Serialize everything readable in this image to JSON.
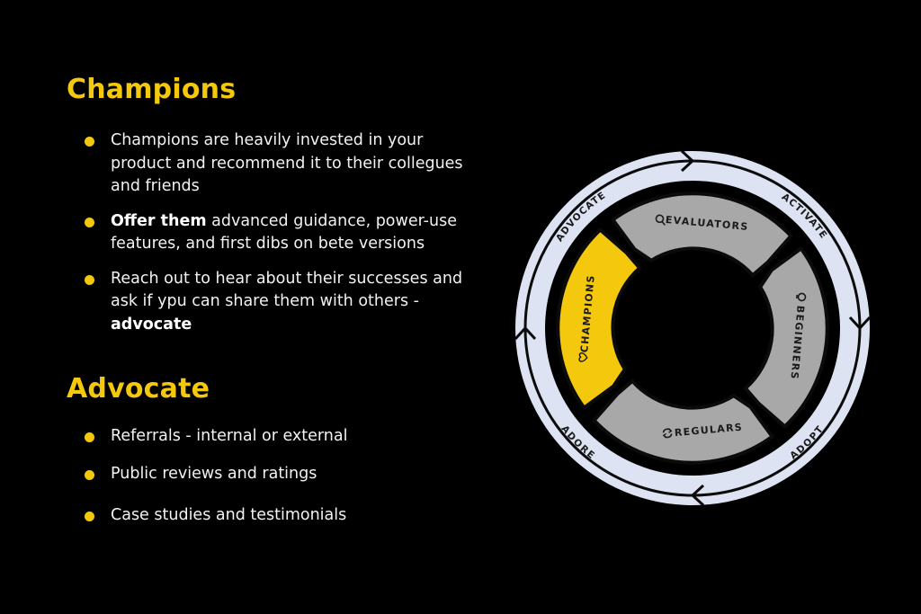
{
  "colors": {
    "accent": "#f4c80c",
    "segment_gray": "#a8a8a8",
    "outer_ring": "#dde3f2",
    "background": "#000000"
  },
  "champions": {
    "title": "Champions",
    "bullets": [
      {
        "bold": "",
        "text": "Champions are heavily invested in your product and recommend it to their collegues and friends",
        "tail_bold": ""
      },
      {
        "bold": "Offer them",
        "text": " advanced guidance, power-use features, and first dibs on bete versions",
        "tail_bold": ""
      },
      {
        "bold": "",
        "text": "Reach out to hear about their successes and ask if ypu can share them with others - ",
        "tail_bold": "advocate"
      }
    ]
  },
  "advocate": {
    "title": "Advocate",
    "bullets": [
      "Referrals - internal or external",
      "Public reviews and ratings",
      "Case studies and testimonials"
    ]
  },
  "cycle": {
    "outer_labels": {
      "activate": "ACTIVATE",
      "adopt": "ADOPT",
      "adore": "ADORE",
      "advocate": "ADVOCATE"
    },
    "segments": [
      {
        "label": "EVALUATORS",
        "icon": "magnifier-icon"
      },
      {
        "label": "BEGINNERS",
        "icon": "lightbulb-icon"
      },
      {
        "label": "REGULARS",
        "icon": "refresh-icon"
      },
      {
        "label": "CHAMPIONS",
        "icon": "heart-icon",
        "highlighted": true
      }
    ]
  }
}
